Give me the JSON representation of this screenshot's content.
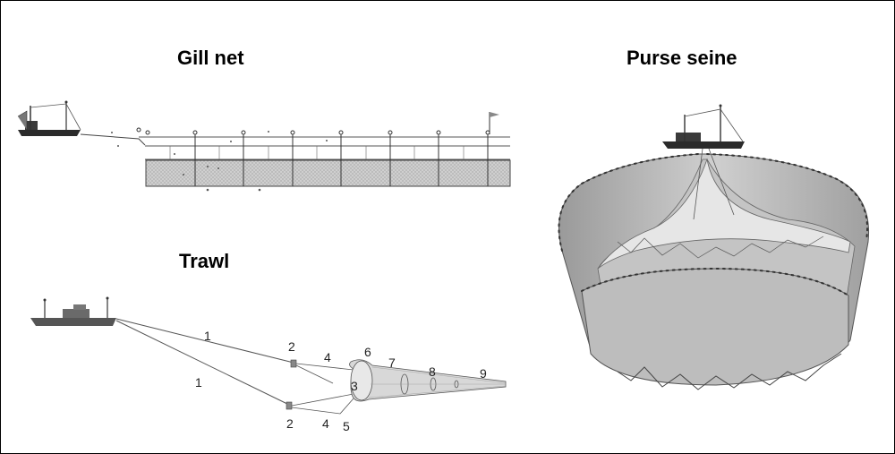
{
  "titles": {
    "gill_net": "Gill net",
    "trawl": "Trawl",
    "purse_seine": "Purse seine"
  },
  "trawl_labels": [
    {
      "id": "warp-upper",
      "text": "1"
    },
    {
      "id": "warp-lower",
      "text": "1"
    },
    {
      "id": "otter-board-upper",
      "text": "2"
    },
    {
      "id": "otter-board-lower",
      "text": "2"
    },
    {
      "id": "mouth",
      "text": "3"
    },
    {
      "id": "bridle-upper",
      "text": "4"
    },
    {
      "id": "bridle-lower",
      "text": "4"
    },
    {
      "id": "groundrope",
      "text": "5"
    },
    {
      "id": "headline",
      "text": "6"
    },
    {
      "id": "wing",
      "text": "7"
    },
    {
      "id": "belly",
      "text": "8"
    },
    {
      "id": "codend",
      "text": "9"
    }
  ],
  "colors": {
    "net_fill": "#c8c8c8",
    "net_dark": "#8a8a8a",
    "line": "#444444",
    "vessel": "#2b2b2b"
  }
}
